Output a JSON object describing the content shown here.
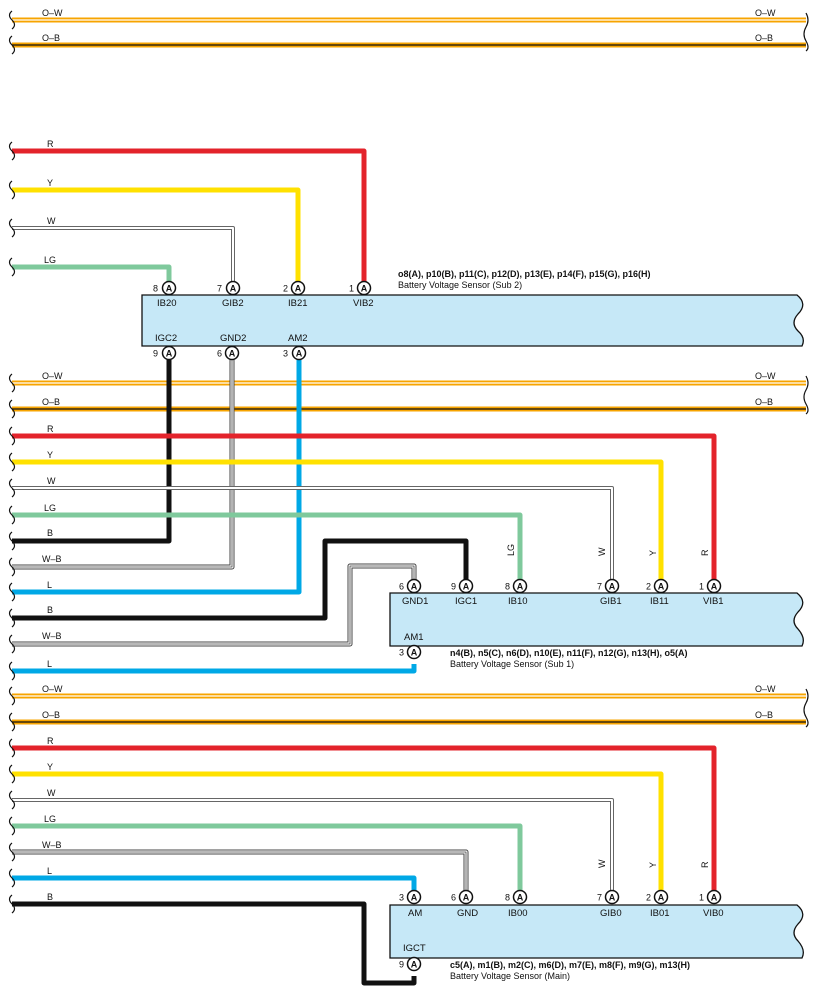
{
  "colors": {
    "R": "#e3232b",
    "Y": "#ffe100",
    "LG": "#7fc99c",
    "L": "#00a8e6",
    "B": "#111111",
    "O": "#f7a400",
    "box": "#c6e8f7"
  },
  "bus_labels": {
    "ow": "O–W",
    "ob": "O–B"
  },
  "wire_labels": {
    "R": "R",
    "Y": "Y",
    "W": "W",
    "LG": "LG",
    "B": "B",
    "WB": "W–B",
    "L": "L"
  },
  "pin_marker": "A",
  "sub2": {
    "codes": "o8(A), p10(B), p11(C), p12(D), p13(E), p14(F), p15(G), p16(H)",
    "name": "Battery Voltage Sensor (Sub 2)",
    "top_pins": [
      {
        "num": "8",
        "name": "IB20"
      },
      {
        "num": "7",
        "name": "GIB2"
      },
      {
        "num": "2",
        "name": "IB21"
      },
      {
        "num": "1",
        "name": "VIB2"
      }
    ],
    "bottom_pins": [
      {
        "num": "9",
        "name": "IGC2"
      },
      {
        "num": "6",
        "name": "GND2"
      },
      {
        "num": "3",
        "name": "AM2"
      }
    ]
  },
  "sub1": {
    "codes": "n4(B), n5(C), n6(D), n10(E), n11(F), n12(G), n13(H), o5(A)",
    "name": "Battery Voltage Sensor (Sub 1)",
    "top_pins": [
      {
        "num": "6",
        "name": "GND1"
      },
      {
        "num": "9",
        "name": "IGC1"
      },
      {
        "num": "8",
        "name": "IB10"
      },
      {
        "num": "7",
        "name": "GIB1"
      },
      {
        "num": "2",
        "name": "IB11"
      },
      {
        "num": "1",
        "name": "VIB1"
      }
    ],
    "bottom_pins": [
      {
        "num": "3",
        "name": "AM1"
      }
    ]
  },
  "main": {
    "codes": "c5(A), m1(B), m2(C), m6(D), m7(E), m8(F), m9(G), m13(H)",
    "name": "Battery Voltage Sensor (Main)",
    "top_pins": [
      {
        "num": "3",
        "name": "AM"
      },
      {
        "num": "6",
        "name": "GND"
      },
      {
        "num": "8",
        "name": "IB00"
      },
      {
        "num": "7",
        "name": "GIB0"
      },
      {
        "num": "2",
        "name": "IB01"
      },
      {
        "num": "1",
        "name": "VIB0"
      }
    ],
    "bottom_pins": [
      {
        "num": "9",
        "name": "IGCT"
      }
    ]
  }
}
